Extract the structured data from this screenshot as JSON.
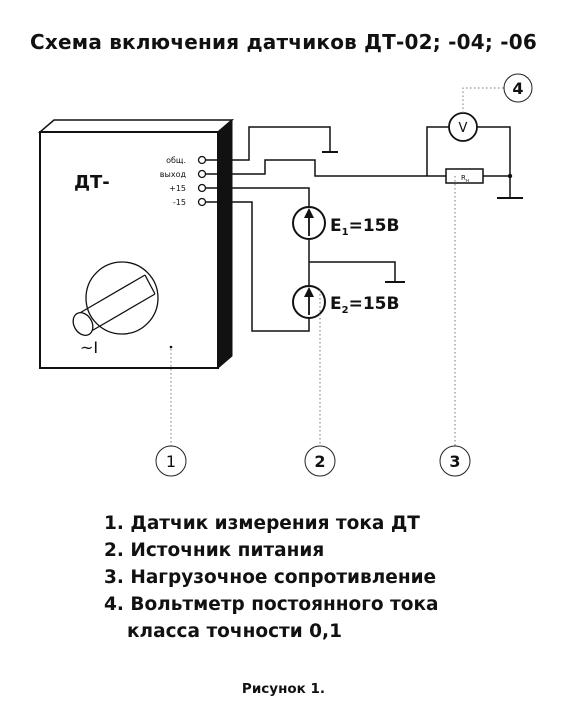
{
  "title": "Схема включения датчиков ДТ-02; -04; -06",
  "sensor": {
    "label": "ДТ-",
    "current_symbol": "~I",
    "terminals": [
      "общ.",
      "выход",
      "+15",
      "-15"
    ]
  },
  "sources": {
    "e1": {
      "symbol": "E",
      "sub": "1",
      "value": "=15В"
    },
    "e2": {
      "symbol": "E",
      "sub": "2",
      "value": "=15В"
    }
  },
  "load": {
    "symbol": "R",
    "sub": "н"
  },
  "voltmeter": {
    "symbol": "V"
  },
  "callouts": [
    "1",
    "2",
    "3",
    "4"
  ],
  "legend": [
    "1. Датчик измерения тока ДТ",
    "2. Источник питания",
    "3. Нагрузочное сопротивление",
    "4. Вольтметр постоянного тока",
    "класса точности 0,1"
  ],
  "caption": "Рисунок 1."
}
